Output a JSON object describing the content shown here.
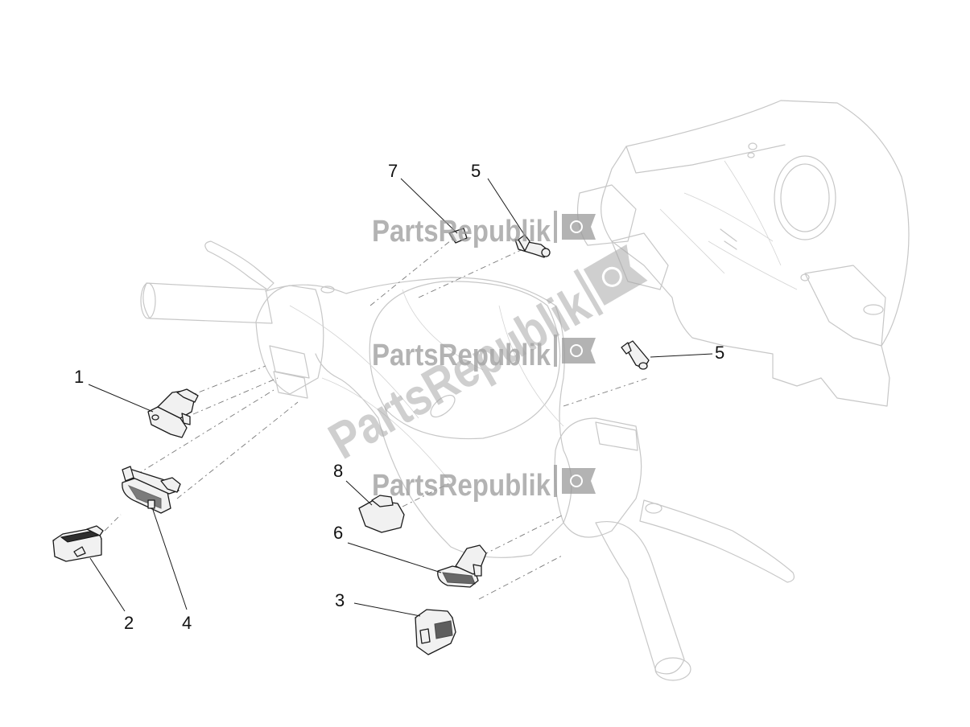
{
  "watermark": {
    "text": "PartsRepublik"
  },
  "callouts": [
    {
      "id": "c1",
      "label": "1"
    },
    {
      "id": "c2",
      "label": "2"
    },
    {
      "id": "c3",
      "label": "3"
    },
    {
      "id": "c4",
      "label": "4"
    },
    {
      "id": "c5a",
      "label": "5"
    },
    {
      "id": "c5b",
      "label": "5"
    },
    {
      "id": "c6",
      "label": "6"
    },
    {
      "id": "c7",
      "label": "7"
    },
    {
      "id": "c8",
      "label": "8"
    }
  ]
}
